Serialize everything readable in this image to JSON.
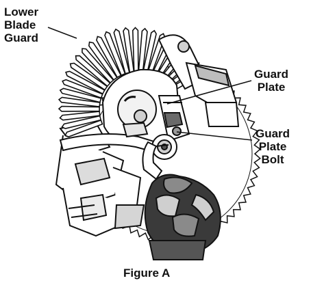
{
  "callouts": {
    "lower_blade_guard": "Lower\nBlade\nGuard",
    "guard_plate": "Guard\nPlate",
    "guard_plate_bolt": "Guard\nPlate\nBolt"
  },
  "caption": "Figure A",
  "colors": {
    "ink": "#111111",
    "glove_dark": "#3a3a3a",
    "glove_mid": "#8a8a8a",
    "glove_light": "#cfcfcf"
  }
}
